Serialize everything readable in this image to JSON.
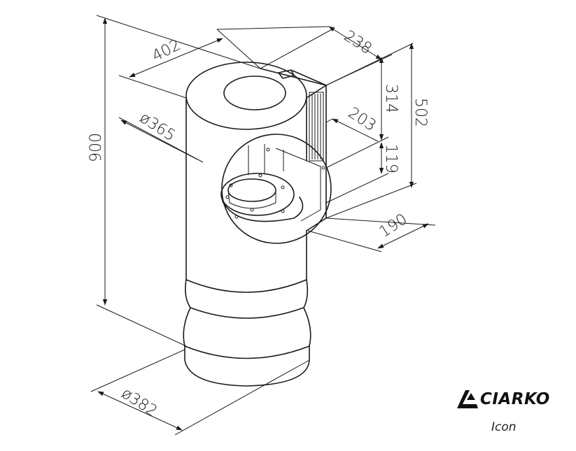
{
  "dimensions": {
    "width_top": "402",
    "depth_box": "238",
    "height_total": "900",
    "height_upper": "314",
    "height_box": "502",
    "offset_203": "203",
    "height_119": "119",
    "duct_190": "190",
    "diameter_top": "ø365",
    "diameter_bottom": "ø382"
  },
  "brand": {
    "name": "CIARKO",
    "model": "Icon"
  },
  "colors": {
    "line": "#1a1a1a",
    "background": "#ffffff"
  }
}
